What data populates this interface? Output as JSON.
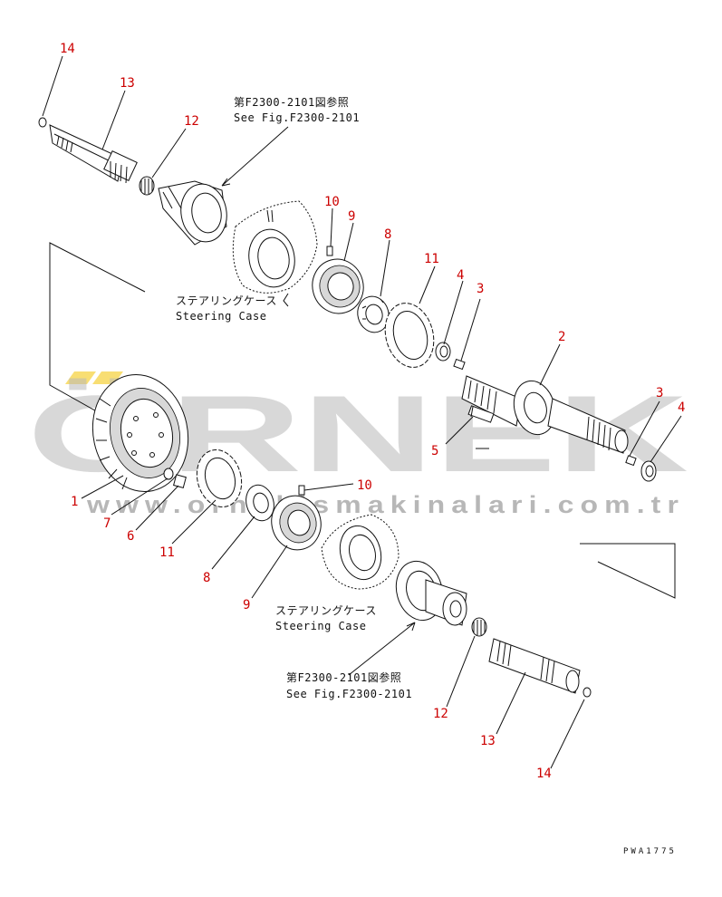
{
  "watermark": {
    "brand": "ÖRNEK",
    "url": "www.ornekismakinalari.com.tr",
    "accent": "#f2c200"
  },
  "drawing_code": "PWA1775",
  "notes": {
    "top_ref_jp": "第F2300-2101図参照",
    "top_ref_en": "See Fig.F2300-2101",
    "top_case_jp": "ステアリングケース",
    "top_case_en": "Steering Case",
    "bottom_case_jp": "ステアリングケース",
    "bottom_case_en": "Steering Case",
    "bottom_ref_jp": "第F2300-2101図参照",
    "bottom_ref_en": "See Fig.F2300-2101"
  },
  "callouts": [
    "14",
    "13",
    "12",
    "10",
    "9",
    "8",
    "11",
    "4",
    "3",
    "2",
    "3",
    "4",
    "5",
    "1",
    "7",
    "6",
    "11",
    "8",
    "9",
    "10",
    "12",
    "13",
    "14"
  ]
}
